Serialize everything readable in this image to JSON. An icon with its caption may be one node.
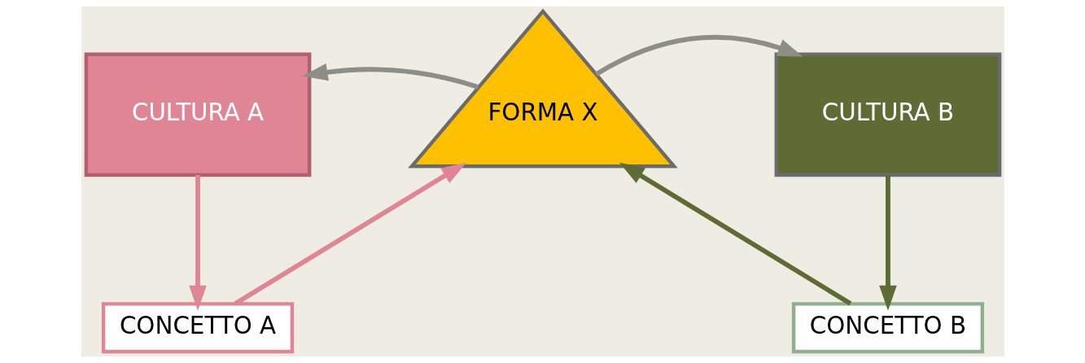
{
  "diagram": {
    "nodes": [
      {
        "text": [
          "CULTURA A"
        ]
      },
      {
        "text": [
          "FORMA X"
        ]
      },
      {
        "text": [
          "CULTURA B"
        ]
      },
      {
        "text": [
          "CONCETTO A"
        ]
      },
      {
        "text": [
          "CONCETTO B"
        ]
      }
    ],
    "edges": [
      {
        "from": 1,
        "to": 0,
        "arrow": "to",
        "color": "#8d8e87"
      },
      {
        "from": 1,
        "to": 2,
        "arrow": "to",
        "color": "#8d8e87"
      },
      {
        "from": 0,
        "to": 3,
        "arrow": "to",
        "color": "#e08595"
      },
      {
        "from": 2,
        "to": 4,
        "arrow": "to",
        "color": "#5f6b35"
      },
      {
        "from": 3,
        "to": 1,
        "arrow": "to",
        "color": "#e08595"
      },
      {
        "from": 4,
        "to": 1,
        "arrow": "to",
        "color": "#5f6b35"
      }
    ]
  }
}
